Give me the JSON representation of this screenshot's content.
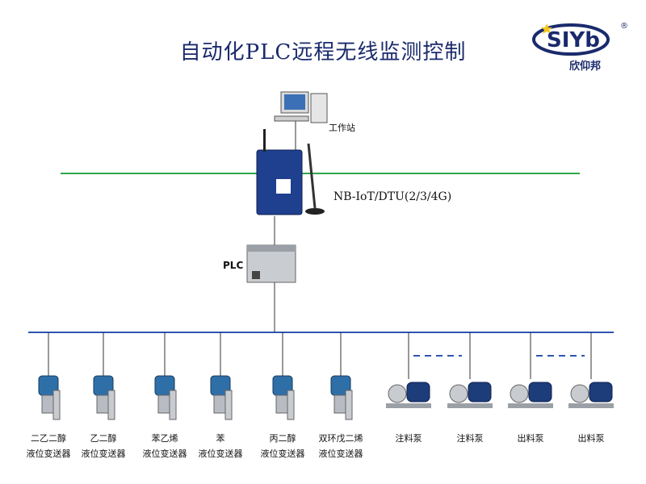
{
  "title": "自动化PLC远程无线监测控制",
  "brand": {
    "logo_text": "SIYb",
    "name_cn": "欣仰邦",
    "registered": "®"
  },
  "workstation": {
    "label": "工作站"
  },
  "gateway": {
    "label": "NB-IoT/DTU(2/3/4G)"
  },
  "plc": {
    "label": "PLC"
  },
  "transmitters": [
    {
      "name": "二乙二醇",
      "type": "液位变送器"
    },
    {
      "name": "乙二醇",
      "type": "液位变送器"
    },
    {
      "name": "苯乙烯",
      "type": "液位变送器"
    },
    {
      "name": "苯",
      "type": "液位变送器"
    },
    {
      "name": "丙二醇",
      "type": "液位变送器"
    },
    {
      "name": "双环戊二烯",
      "type": "液位变送器"
    }
  ],
  "pumps": [
    {
      "name": "注料泵"
    },
    {
      "name": "注料泵"
    },
    {
      "name": "出料泵"
    },
    {
      "name": "出料泵"
    }
  ],
  "colors": {
    "title": "#1a2a6c",
    "network_line": "#2aa84a",
    "bus_line": "#2f56b0",
    "dashes": "#2f56b0"
  }
}
